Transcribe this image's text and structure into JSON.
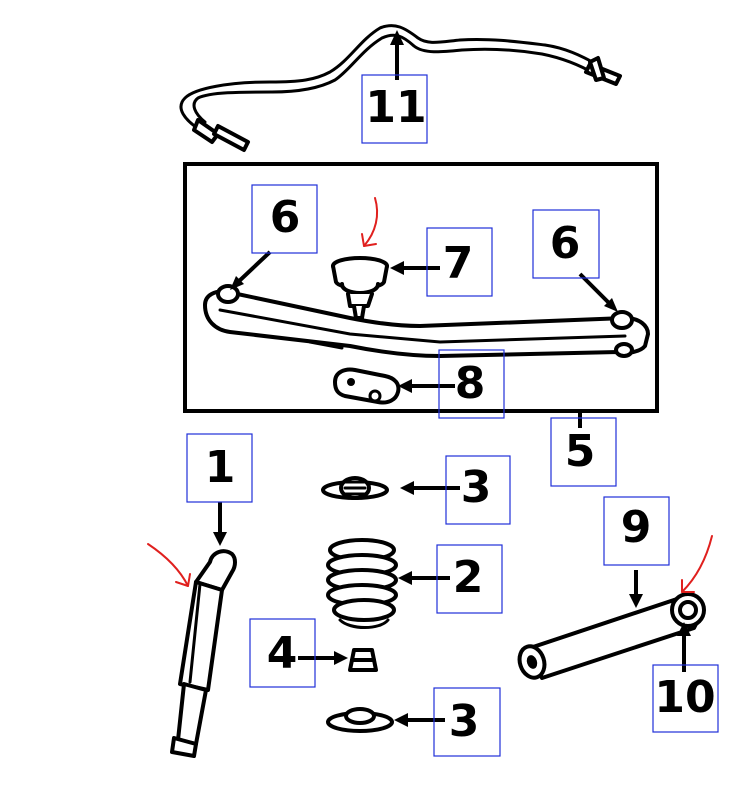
{
  "diagram": {
    "callouts": [
      {
        "id": "c11",
        "number": "11"
      },
      {
        "id": "c6a",
        "number": "6"
      },
      {
        "id": "c7",
        "number": "7"
      },
      {
        "id": "c6b",
        "number": "6"
      },
      {
        "id": "c8",
        "number": "8"
      },
      {
        "id": "c5",
        "number": "5"
      },
      {
        "id": "c1",
        "number": "1"
      },
      {
        "id": "c3a",
        "number": "3"
      },
      {
        "id": "c9",
        "number": "9"
      },
      {
        "id": "c2",
        "number": "2"
      },
      {
        "id": "c4",
        "number": "4"
      },
      {
        "id": "c10",
        "number": "10"
      },
      {
        "id": "c3b",
        "number": "3"
      }
    ],
    "colors": {
      "line": "#000000",
      "label_box": "#2030d8",
      "annotation": "#e0201e"
    }
  }
}
